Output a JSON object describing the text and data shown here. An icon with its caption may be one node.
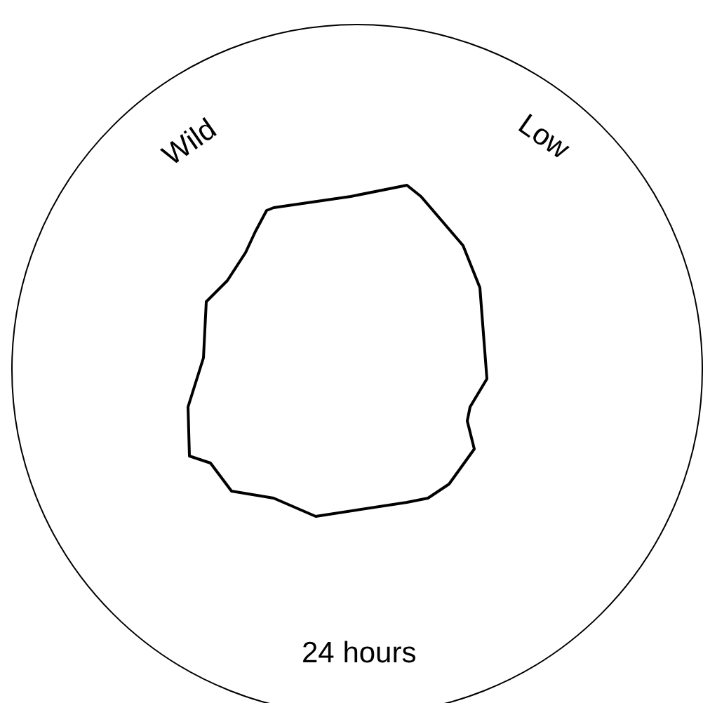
{
  "diagram": {
    "nodes": [
      {
        "text": [
          "Wild",
          "Low",
          "24 hours"
        ]
      }
    ]
  }
}
